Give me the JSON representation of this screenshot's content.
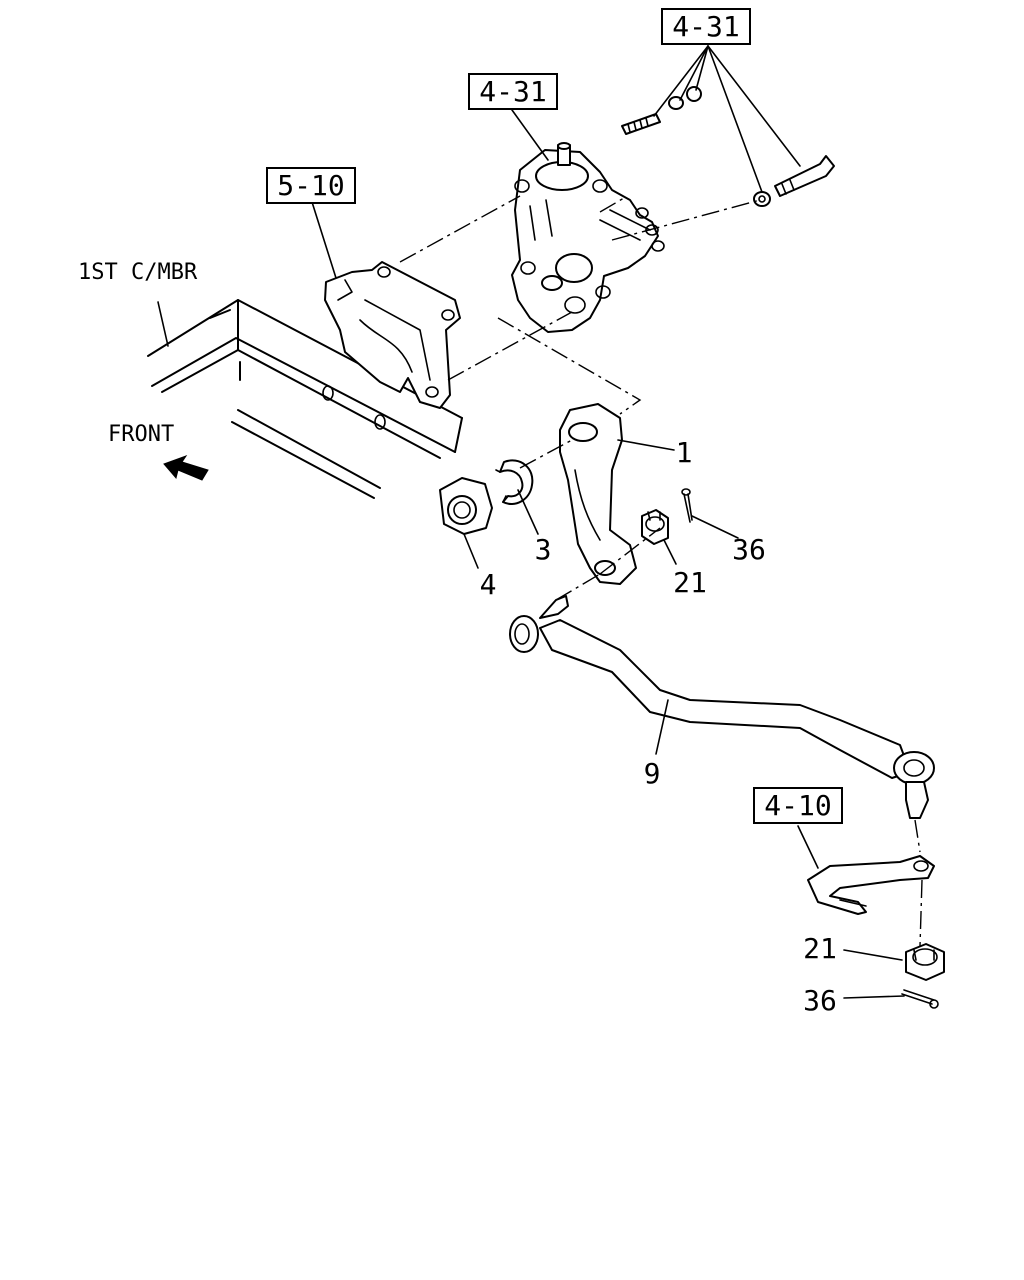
{
  "references": {
    "ref_4_31_top": "4-31",
    "ref_4_31_pump": "4-31",
    "ref_5_10": "5-10",
    "ref_4_10": "4-10"
  },
  "labels": {
    "crossmember": "1ST C/MBR",
    "front": "FRONT"
  },
  "part_numbers": {
    "p1": "1",
    "p3": "3",
    "p4": "4",
    "p9": "9",
    "p21_upper": "21",
    "p36_upper": "36",
    "p21_lower": "21",
    "p36_lower": "36"
  }
}
